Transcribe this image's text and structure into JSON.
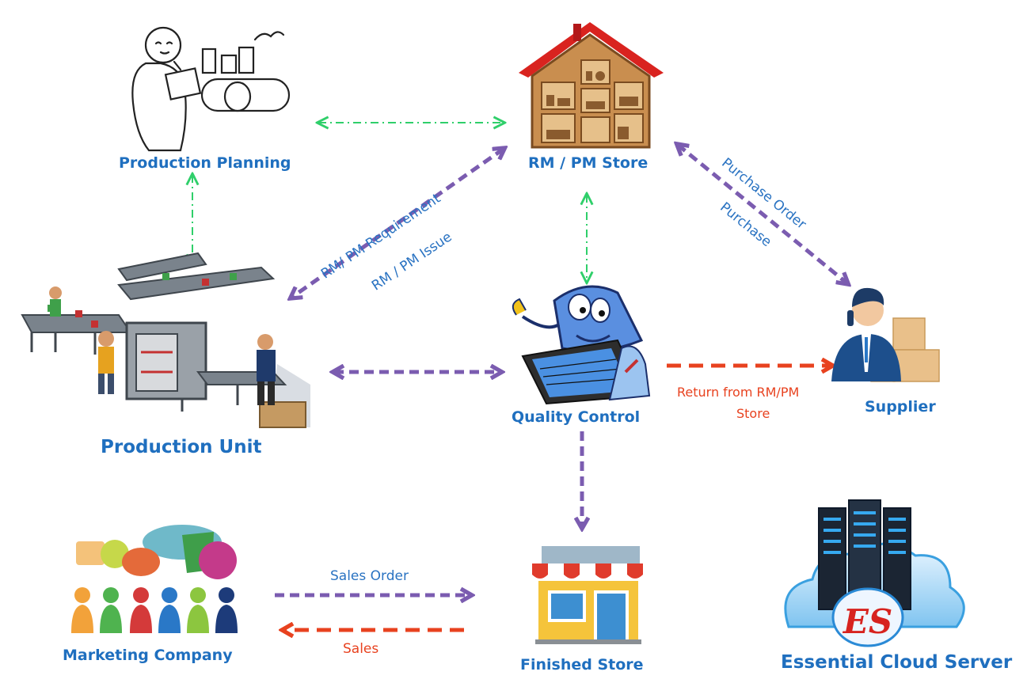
{
  "nodes": {
    "production_planning": "Production Planning",
    "rm_pm_store": "RM / PM Store",
    "production_unit": "Production Unit",
    "quality_control": "Quality Control",
    "supplier": "Supplier",
    "marketing_company": "Marketing Company",
    "finished_store": "Finished Store",
    "cloud_server": "Essential Cloud Server"
  },
  "edges": {
    "rm_pm_requirement": "RM/ PM Requirement",
    "rm_pm_issue": "RM / PM  Issue",
    "purchase_order": "Purchase Order",
    "purchase": "Purchase",
    "return_line1": "Return from RM/PM",
    "return_line2": "Store",
    "sales_order": "Sales Order",
    "sales": "Sales"
  },
  "logo_text": "ES",
  "colors": {
    "label_blue": "#1f6fbf",
    "green_link": "#2fcf6a",
    "purple_link": "#7b5cb0",
    "red_link": "#e8421f"
  }
}
